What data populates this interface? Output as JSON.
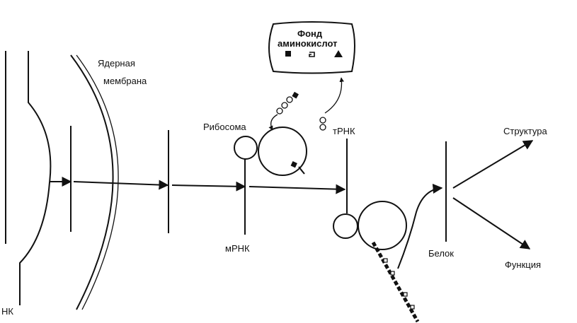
{
  "labels": {
    "nuclear_membrane_line1": "Ядерная",
    "nuclear_membrane_line2": "мембрана",
    "amino_pool_line1": "Фонд",
    "amino_pool_line2": "аминокислот",
    "ribosome": "Рибосома",
    "trna": "тРНК",
    "mrna": "мРНК",
    "dna_partial": "НК",
    "protein": "Белок",
    "structure": "Структура",
    "function": "Функция"
  },
  "colors": {
    "ink": "#111111",
    "background": "#ffffff"
  }
}
